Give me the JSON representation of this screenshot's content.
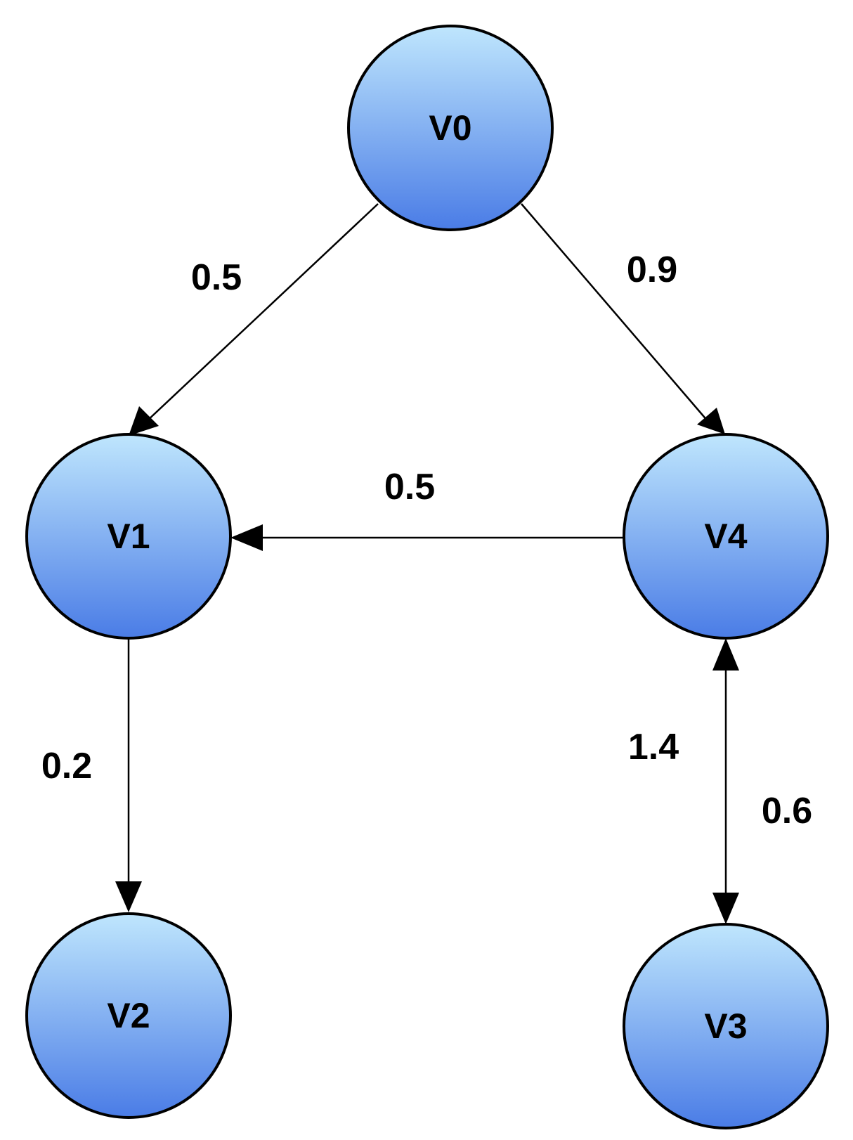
{
  "colors": {
    "node_fill_top": "#bfe6fd",
    "node_fill_bottom": "#4a7ce6",
    "node_stroke": "#000000",
    "edge": "#000000"
  },
  "nodes": [
    {
      "id": "V0",
      "label": "V0"
    },
    {
      "id": "V1",
      "label": "V1"
    },
    {
      "id": "V2",
      "label": "V2"
    },
    {
      "id": "V3",
      "label": "V3"
    },
    {
      "id": "V4",
      "label": "V4"
    }
  ],
  "edges": [
    {
      "from": "V0",
      "to": "V1",
      "weight": "0.5",
      "directed": true
    },
    {
      "from": "V0",
      "to": "V4",
      "weight": "0.9",
      "directed": true
    },
    {
      "from": "V4",
      "to": "V1",
      "weight": "0.5",
      "directed": true
    },
    {
      "from": "V1",
      "to": "V2",
      "weight": "0.2",
      "directed": true
    },
    {
      "from": "V4",
      "to": "V3",
      "weight": "1.4",
      "weight_back": "0.6",
      "directed": true,
      "bidirectional": true
    }
  ]
}
